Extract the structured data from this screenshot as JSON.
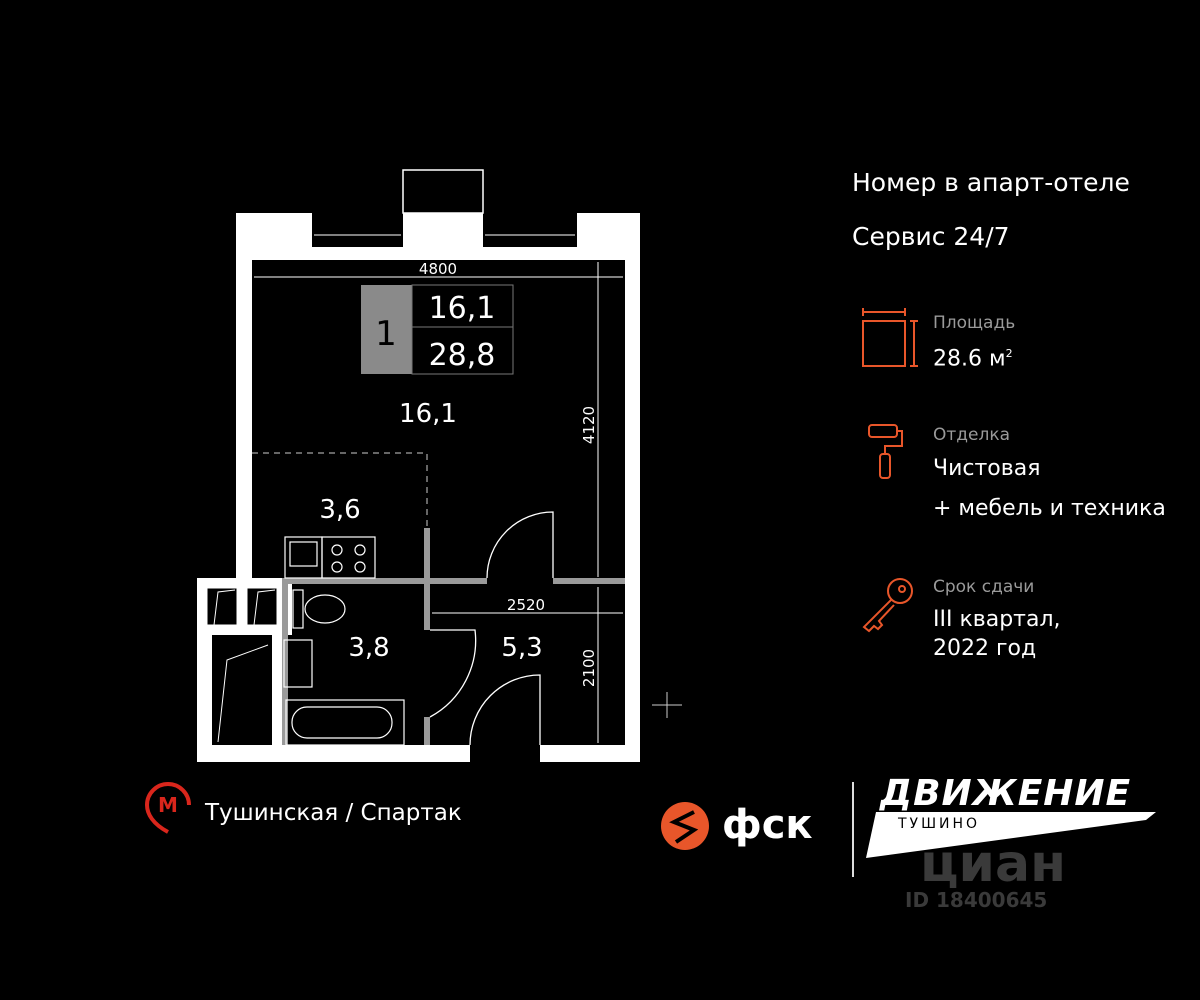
{
  "header": {
    "title": "Номер в апарт-отеле",
    "service": "Сервис 24/7"
  },
  "specs": [
    {
      "icon": "area-icon",
      "label": "Площадь",
      "value": "28.6 м",
      "sup": "2"
    },
    {
      "icon": "paint-roller-icon",
      "label": "Отделка",
      "value": "Чистовая",
      "value2": "+ мебель и техника"
    },
    {
      "icon": "key-icon",
      "label": "Срок сдачи",
      "value": "III квартал,",
      "value2": "2022 год"
    }
  ],
  "plan": {
    "room_count": "1",
    "living_area": "16,1",
    "total_area": "28,8",
    "rooms": {
      "living": "16,1",
      "kitchen": "3,6",
      "bathroom": "3,8",
      "hall": "5,3"
    },
    "dims": {
      "width": "4800",
      "depth_top": "4120",
      "hall_width": "2520",
      "hall_depth": "2100"
    }
  },
  "metro": {
    "station": "Тушинская / Спартак",
    "logo_letter": "М"
  },
  "logos": {
    "developer": "фск",
    "project": "ДВИЖЕНИЕ",
    "project_sub": "ТУШИНО",
    "watermark": "циан",
    "watermark_id": "ID 18400645"
  },
  "colors": {
    "accent": "#e8562a",
    "metro": "#d9261c",
    "bg": "#000000"
  }
}
